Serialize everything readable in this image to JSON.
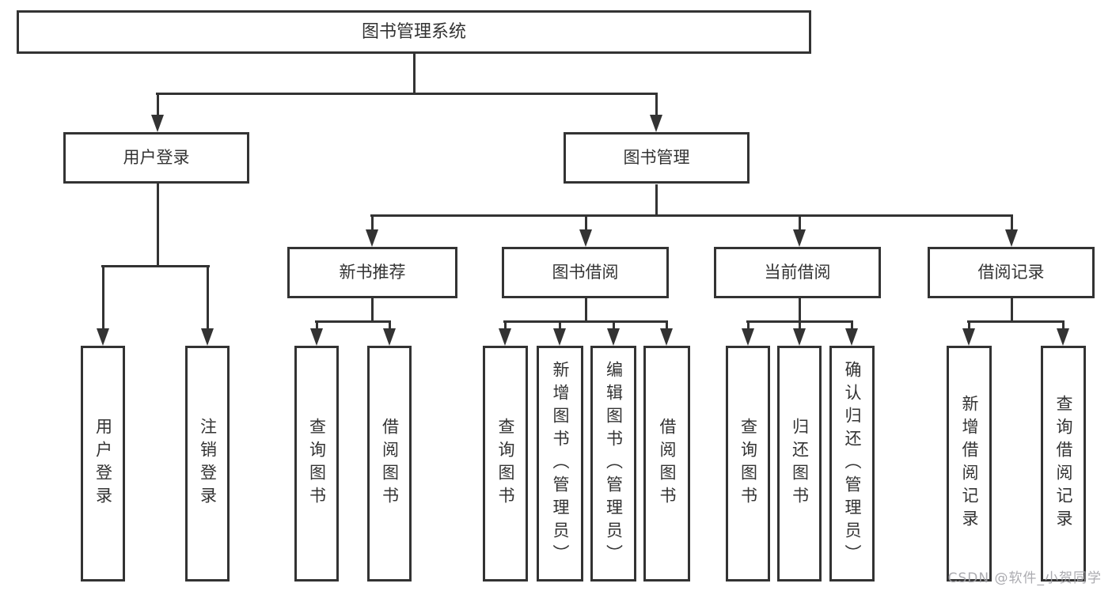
{
  "tree": {
    "label": "图书管理系统",
    "children": [
      {
        "label": "用户登录",
        "children": [
          {
            "label": "用户登录"
          },
          {
            "label": "注销登录"
          }
        ]
      },
      {
        "label": "图书管理",
        "children": [
          {
            "label": "新书推荐",
            "children": [
              {
                "label": "查询图书"
              },
              {
                "label": "借阅图书"
              }
            ]
          },
          {
            "label": "图书借阅",
            "children": [
              {
                "label": "查询图书"
              },
              {
                "label": "新增图书（管理员）"
              },
              {
                "label": "编辑图书（管理员）"
              },
              {
                "label": "借阅图书"
              }
            ]
          },
          {
            "label": "当前借阅",
            "children": [
              {
                "label": "查询图书"
              },
              {
                "label": "归还图书"
              },
              {
                "label": "确认归还（管理员）"
              }
            ]
          },
          {
            "label": "借阅记录",
            "children": [
              {
                "label": "新增借阅记录"
              },
              {
                "label": "查询借阅记录"
              }
            ]
          }
        ]
      }
    ]
  },
  "watermark": "CSDN @软件_小贺同学",
  "colors": {
    "line": "#333333",
    "text": "#333333",
    "watermark": "#a3a3a8"
  }
}
